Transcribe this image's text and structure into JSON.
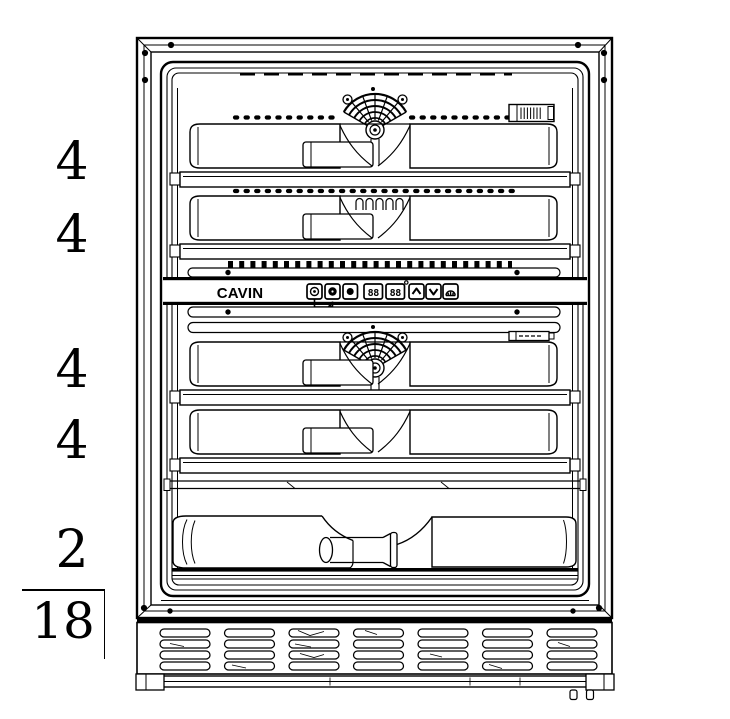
{
  "brand": "CAVIN",
  "capacity": {
    "rows": [
      "4",
      "4",
      "4",
      "4",
      "2"
    ],
    "total": "18"
  },
  "panel": {
    "brand_label": "CAVIN",
    "display_upper": "88",
    "display_lower": "88",
    "buttons": [
      "power-ring-icon",
      "filled-circle-icon",
      "dot-icon",
      "display-88",
      "display-88-degree",
      "chevron-up-icon",
      "chevron-down-icon",
      "bulb-icon"
    ]
  },
  "colors": {
    "line": "#000000",
    "background": "#ffffff"
  }
}
